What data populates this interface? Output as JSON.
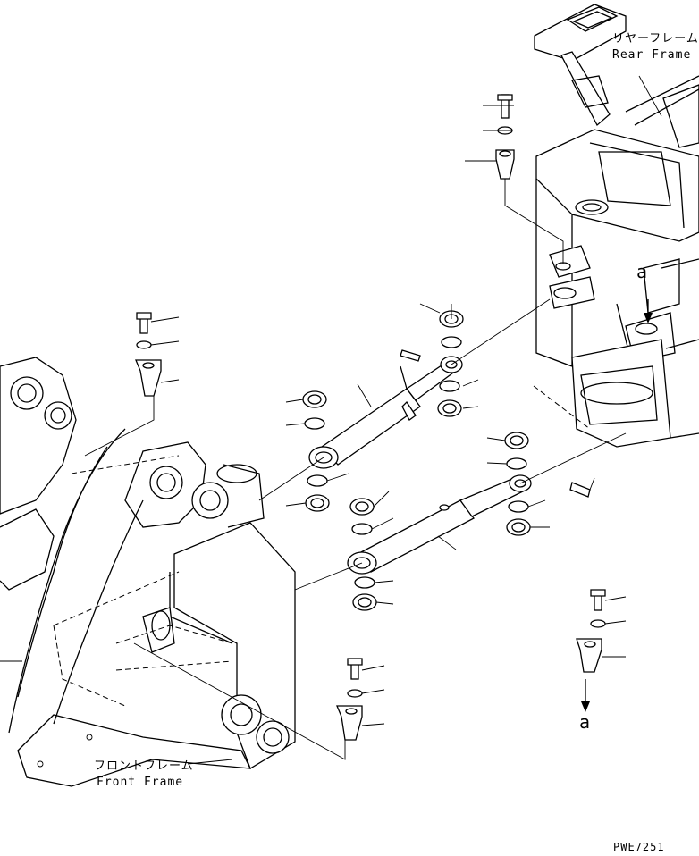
{
  "labels": {
    "rear_frame_jp": "リヤーフレーム",
    "rear_frame_en": "Rear Frame",
    "front_frame_jp": "フロントフレーム",
    "front_frame_en": "Front Frame",
    "ref_a_upper": "a",
    "ref_a_lower": "a",
    "drawing_number": "PWE7251"
  },
  "colors": {
    "line": "#000000",
    "background": "#ffffff"
  }
}
